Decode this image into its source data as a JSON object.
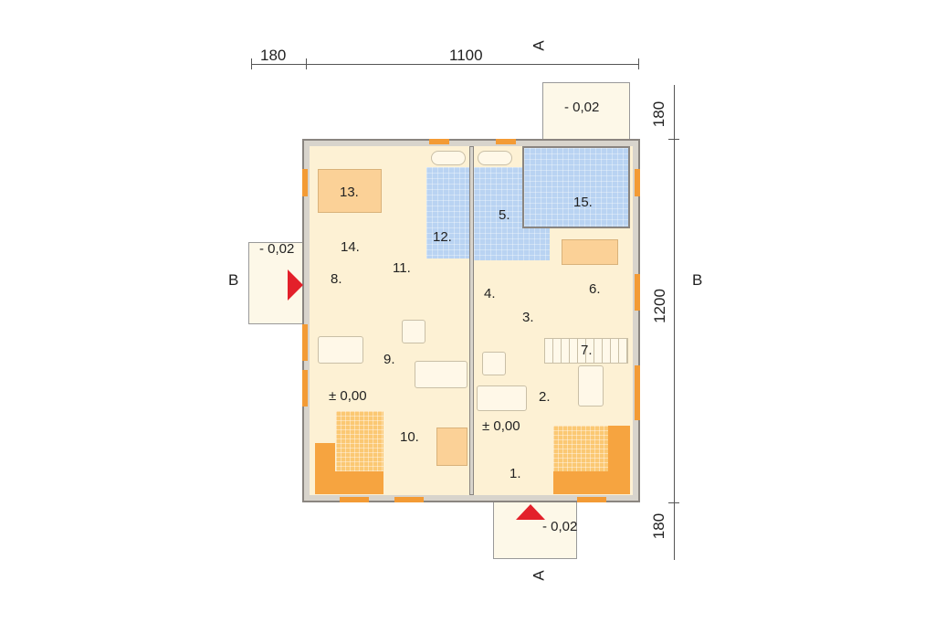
{
  "dimensions": {
    "top_left": "180",
    "top_main": "1100",
    "right_top": "180",
    "right_main": "1200",
    "right_bottom": "180"
  },
  "section_marks": {
    "a_top": "A",
    "a_bottom": "A",
    "b_left": "B",
    "b_right": "B"
  },
  "levels": {
    "top_entrance": "- 0,02",
    "left_entrance": "- 0,02",
    "bottom_entrance": "- 0,02",
    "floor_left": "± 0,00",
    "floor_right": "± 0,00"
  },
  "rooms": [
    "1.",
    "2.",
    "3.",
    "4.",
    "5.",
    "6.",
    "7.",
    "8.",
    "9.",
    "10.",
    "11.",
    "12.",
    "13.",
    "14.",
    "15."
  ],
  "colors": {
    "floor": "#fdf1d4",
    "bathroom": "#b9d3f2",
    "kitchen": "#fbc873",
    "entrance_arrow": "#e3202a",
    "window": "#f39b35"
  }
}
